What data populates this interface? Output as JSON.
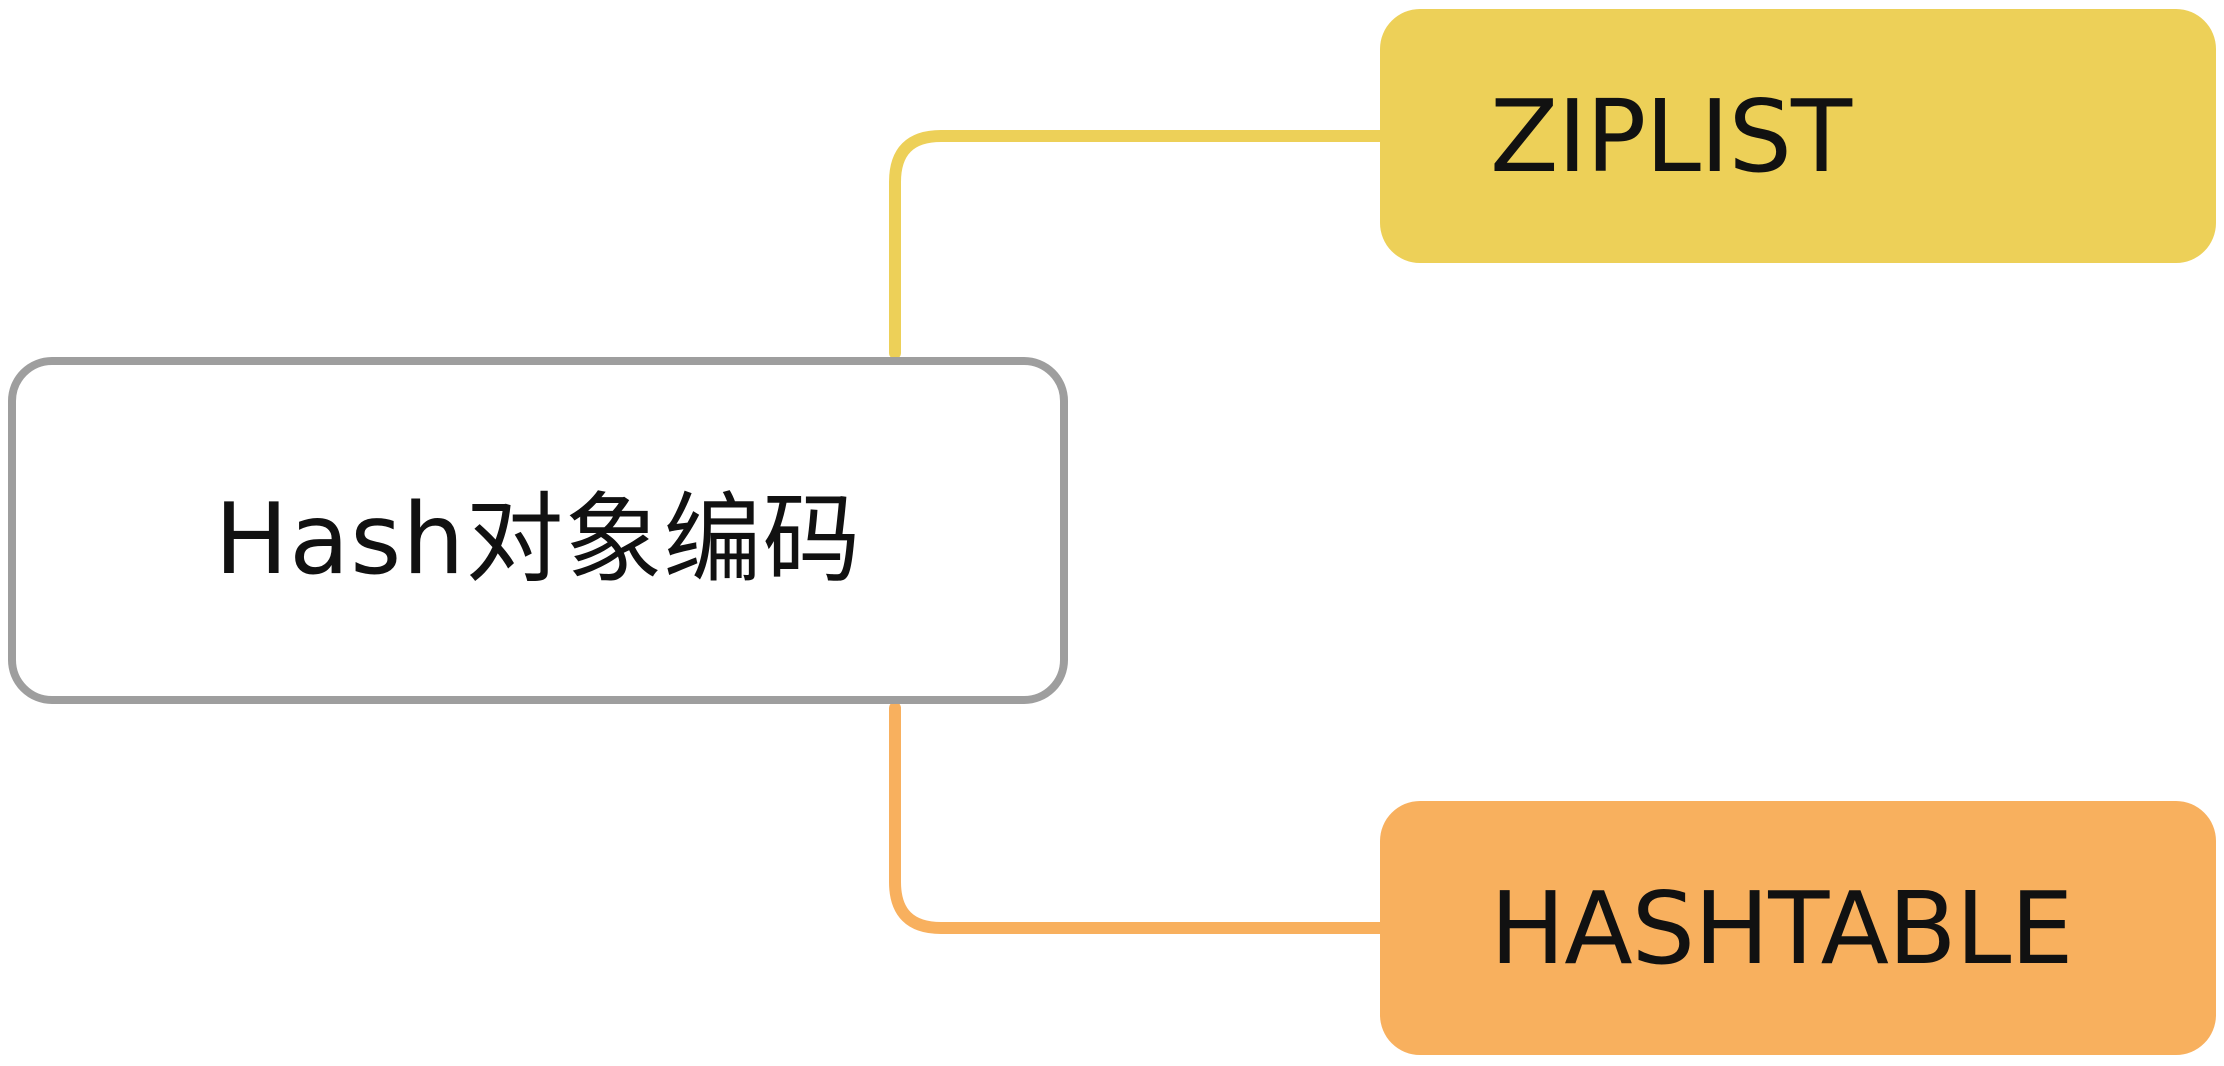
{
  "root": {
    "label": "Hash对象编码",
    "border_color": "#9e9e9e"
  },
  "children": [
    {
      "label": "ZIPLIST",
      "color": "#edd058"
    },
    {
      "label": "HASHTABLE",
      "color": "#f8b05e"
    }
  ]
}
